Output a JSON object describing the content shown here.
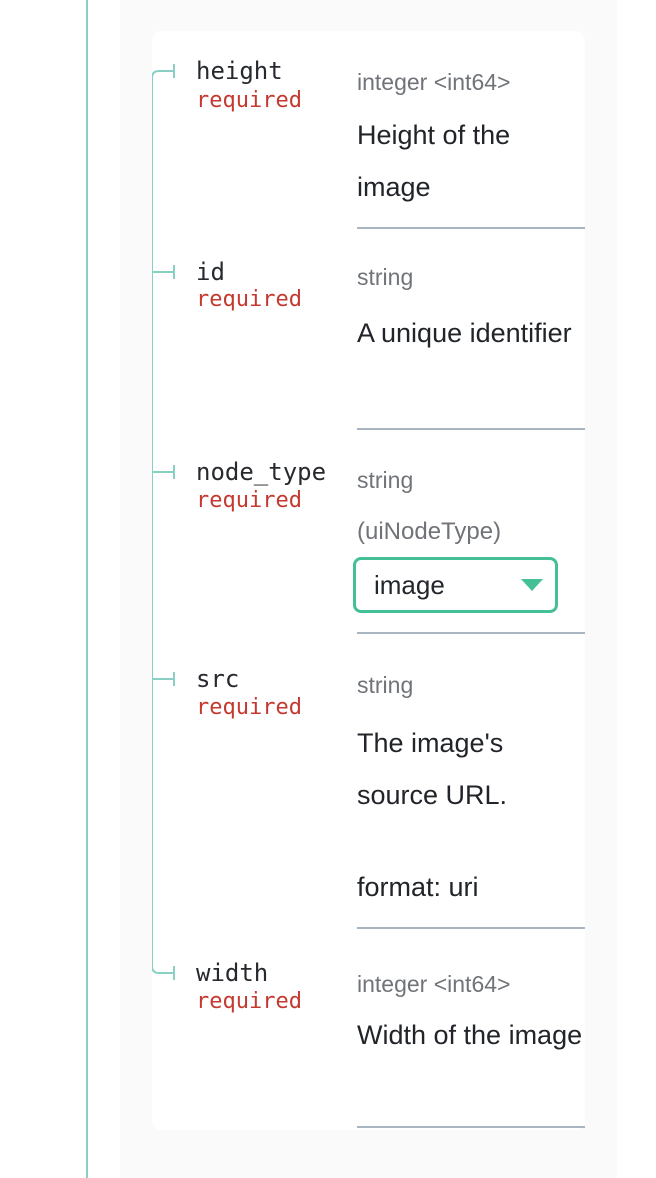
{
  "schema": {
    "fields": [
      {
        "name": "height",
        "required_label": "required",
        "type": "integer <int64>",
        "description": "Height of the image"
      },
      {
        "name": "id",
        "required_label": "required",
        "type": "string",
        "description": "A unique identifier"
      },
      {
        "name": "node_type",
        "required_label": "required",
        "type": "string",
        "enum_label": "(uiNodeType)",
        "enum_selected_value": "image"
      },
      {
        "name": "src",
        "required_label": "required",
        "type": "string",
        "description": "The image's source URL.",
        "format_label": "format: uri"
      },
      {
        "name": "width",
        "required_label": "required",
        "type": "integer <int64>",
        "description": "Width of the image"
      }
    ],
    "icons": {
      "enum_dropdown": "chevron-down-icon"
    },
    "colors": {
      "accent_teal": "#89d0c4",
      "required_red": "#c43a30",
      "type_gray": "#707479",
      "text_dark": "#212429",
      "divider_blue_gray": "#a9b5c1",
      "enum_border_green": "#45bf97",
      "panel_background": "#fafafa",
      "card_background": "#ffffff"
    }
  }
}
